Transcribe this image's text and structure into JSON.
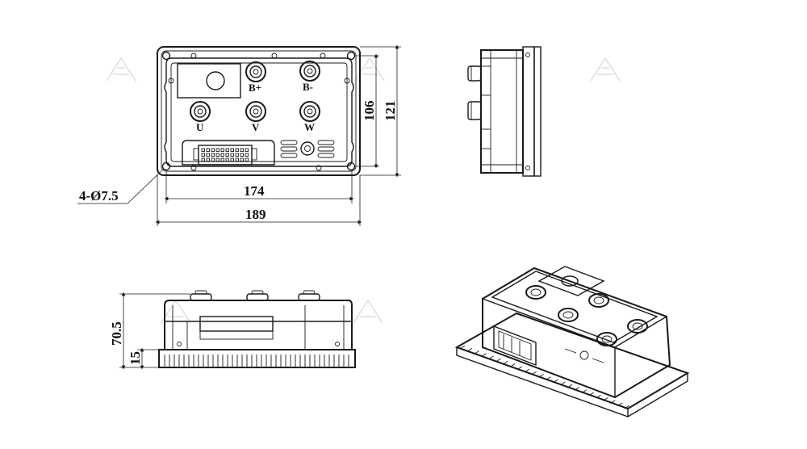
{
  "dimensions": {
    "width_inner": "174",
    "width_outer": "189",
    "height_inner": "106",
    "height_outer": "121",
    "hole_callout": "4-Ø7.5",
    "side_height": "70.5",
    "base_height": "15"
  },
  "terminals": {
    "b_plus": "B+",
    "b_minus": "B-",
    "u": "U",
    "v": "V",
    "w": "W"
  }
}
